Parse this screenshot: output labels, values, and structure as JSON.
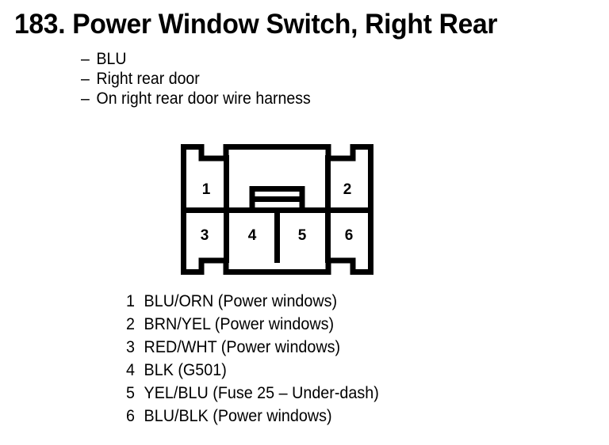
{
  "header": {
    "number": "183.",
    "title": "183. Power Window Switch, Right Rear",
    "bullet_marker": "–",
    "bullets": [
      "BLU",
      "Right rear door",
      "On right rear door wire harness"
    ]
  },
  "connector": {
    "name": "6-pin connector diagram",
    "top_row_labels": [
      "1",
      "2"
    ],
    "bottom_row_labels": [
      "3",
      "4",
      "5",
      "6"
    ],
    "latch_tab": "latch-tab",
    "stroke_color": "#000000",
    "fill_color": "#ffffff"
  },
  "pins": [
    {
      "number": "1",
      "description": "BLU/ORN (Power windows)"
    },
    {
      "number": "2",
      "description": "BRN/YEL (Power windows)"
    },
    {
      "number": "3",
      "description": "RED/WHT (Power windows)"
    },
    {
      "number": "4",
      "description": "BLK (G501)"
    },
    {
      "number": "5",
      "description": "YEL/BLU (Fuse 25 – Under-dash)"
    },
    {
      "number": "6",
      "description": "BLU/BLK (Power windows)"
    }
  ]
}
